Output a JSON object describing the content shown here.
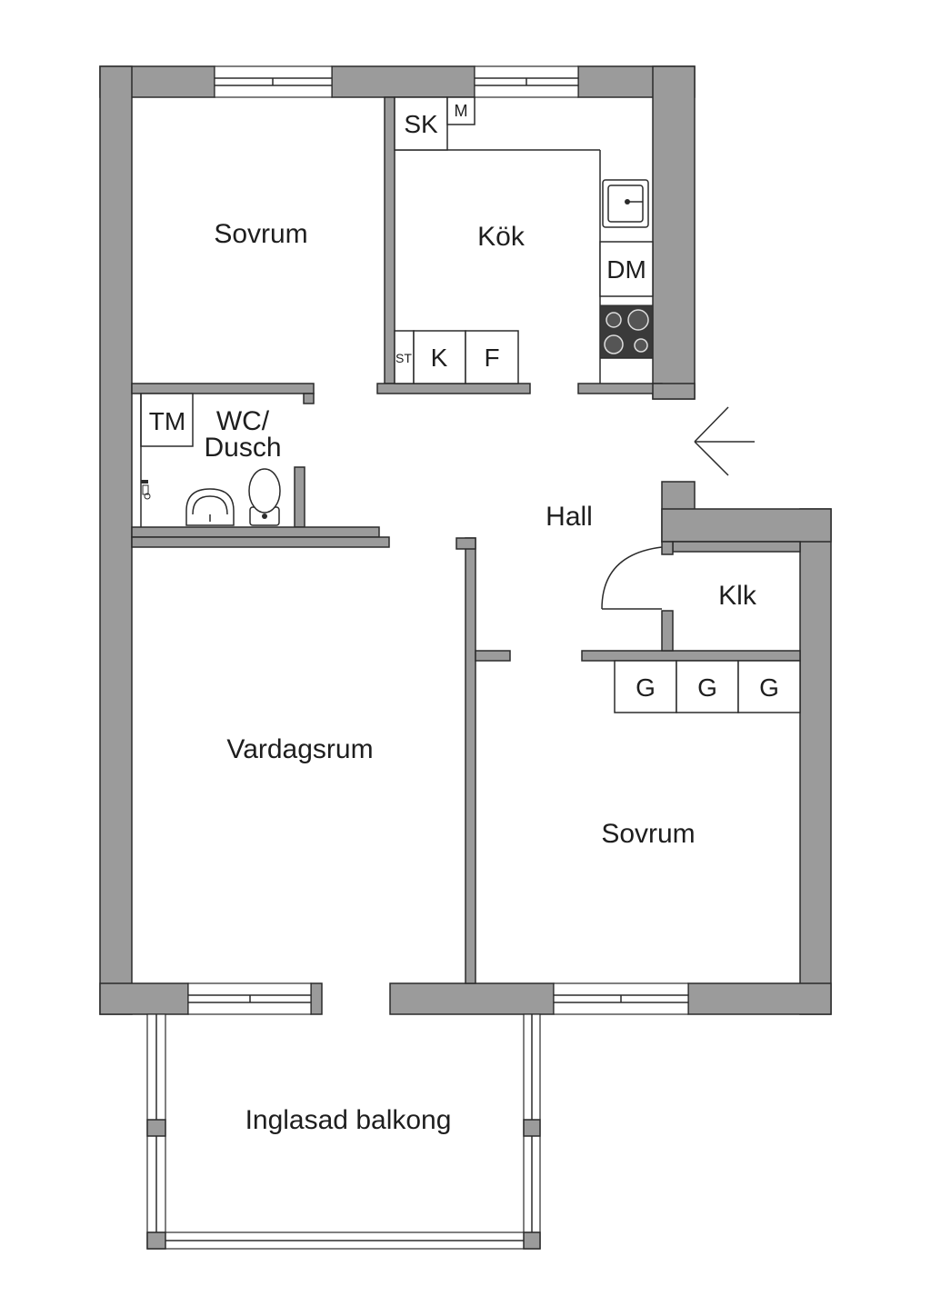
{
  "rooms": {
    "bedroom_1": "Sovrum",
    "kitchen": "Kök",
    "wc_line1": "WC/",
    "wc_line2": "Dusch",
    "hall": "Hall",
    "closet": "Klk",
    "living_room": "Vardagsrum",
    "bedroom_2": "Sovrum",
    "balcony": "Inglasad balkong"
  },
  "fixtures": {
    "sk": "SK",
    "m": "M",
    "dm": "DM",
    "st": "ST",
    "k": "K",
    "f": "F",
    "tm": "TM",
    "g1": "G",
    "g2": "G",
    "g3": "G"
  },
  "icons": {
    "sink": "sink-icon",
    "stove": "stove-icon",
    "toilet": "toilet-icon",
    "washbasin": "washbasin-icon",
    "entrance": "entrance-arrow-icon",
    "door_swing": "door-swing-icon"
  },
  "colors": {
    "wall": "#9b9b9b",
    "line": "#2b2b2b",
    "stove": "#3a3a3a"
  }
}
